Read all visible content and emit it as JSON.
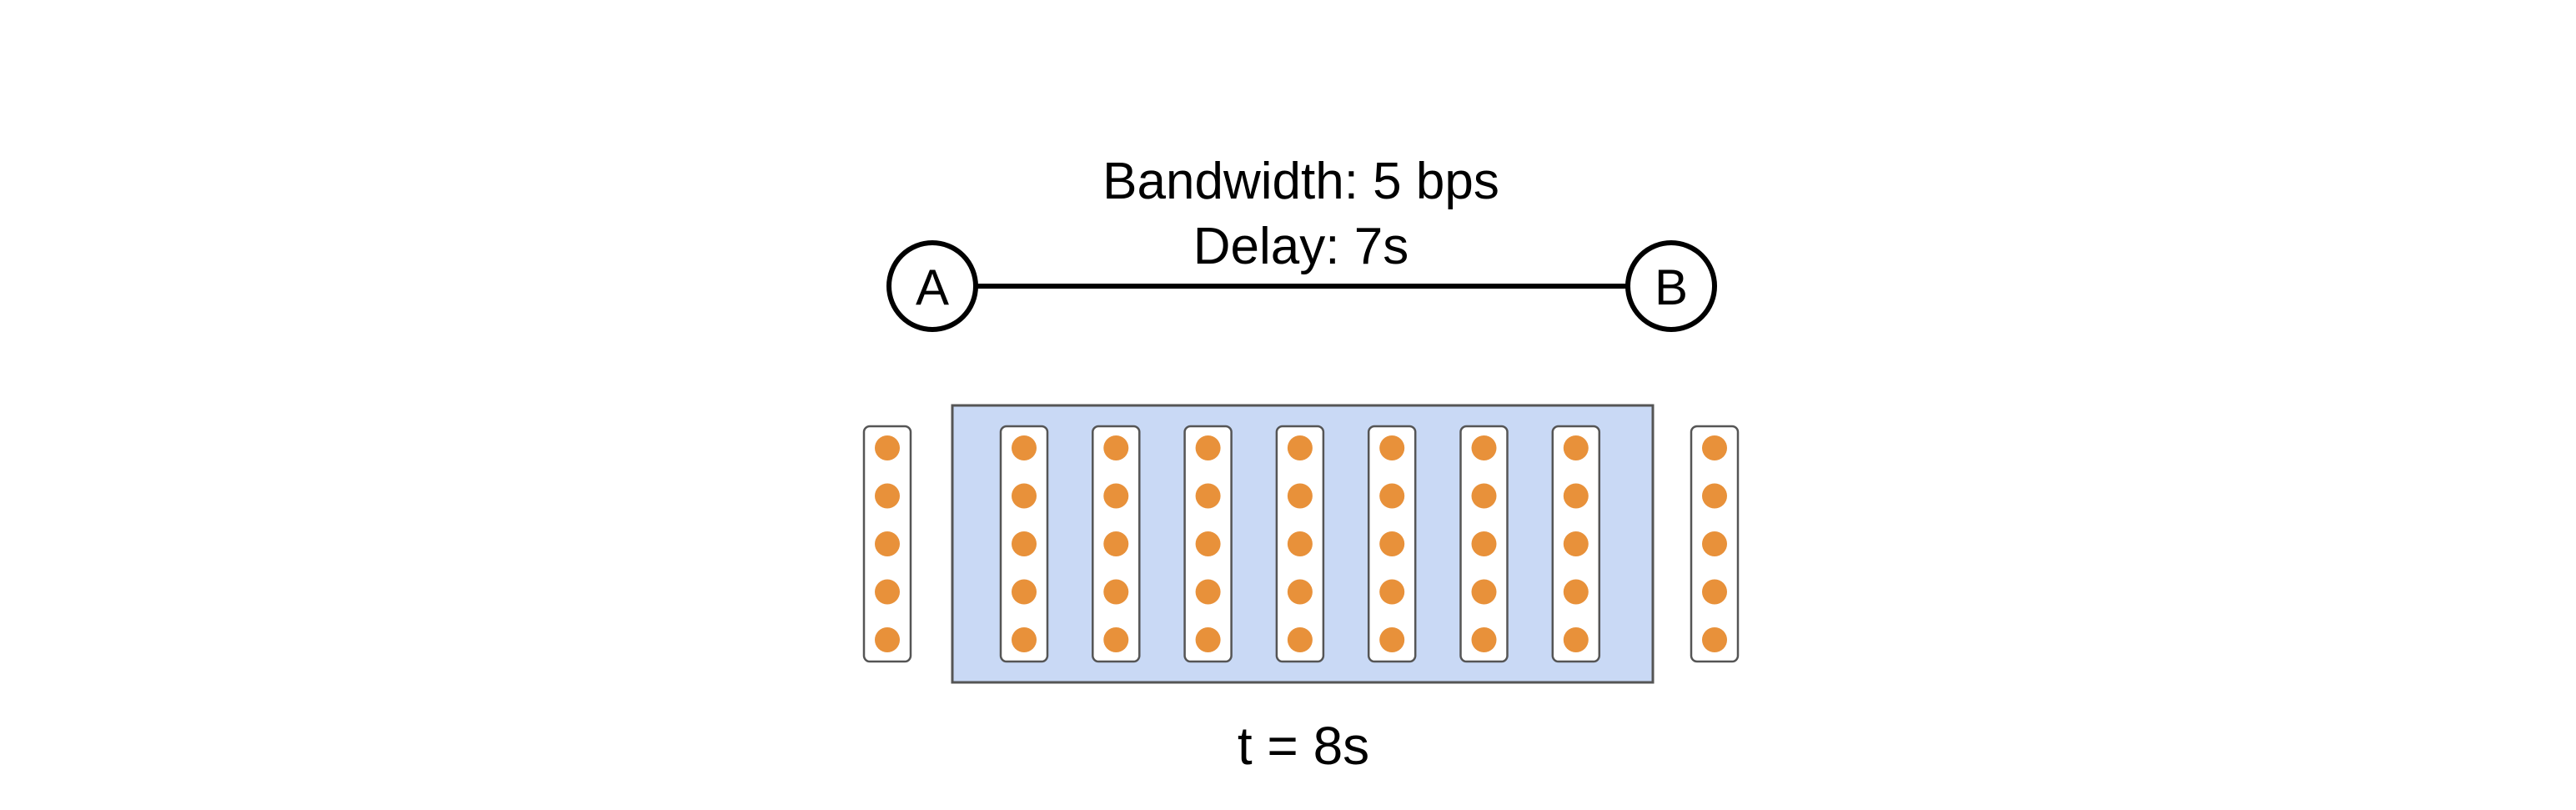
{
  "link": {
    "bandwidth_label": "Bandwidth: 5 bps",
    "delay_label": "Delay: 7s"
  },
  "nodes": {
    "source": "A",
    "destination": "B"
  },
  "packets": {
    "bits_per_packet": 5,
    "left_waiting_count": 1,
    "in_transit_count": 7,
    "right_delivered_count": 1
  },
  "time_label": "t = 8s",
  "colors": {
    "bit": "#E8913A",
    "in_transit_fill": "#C9D9F5",
    "in_transit_stroke": "#555555",
    "packet_border": "#555555",
    "line": "#000000"
  }
}
